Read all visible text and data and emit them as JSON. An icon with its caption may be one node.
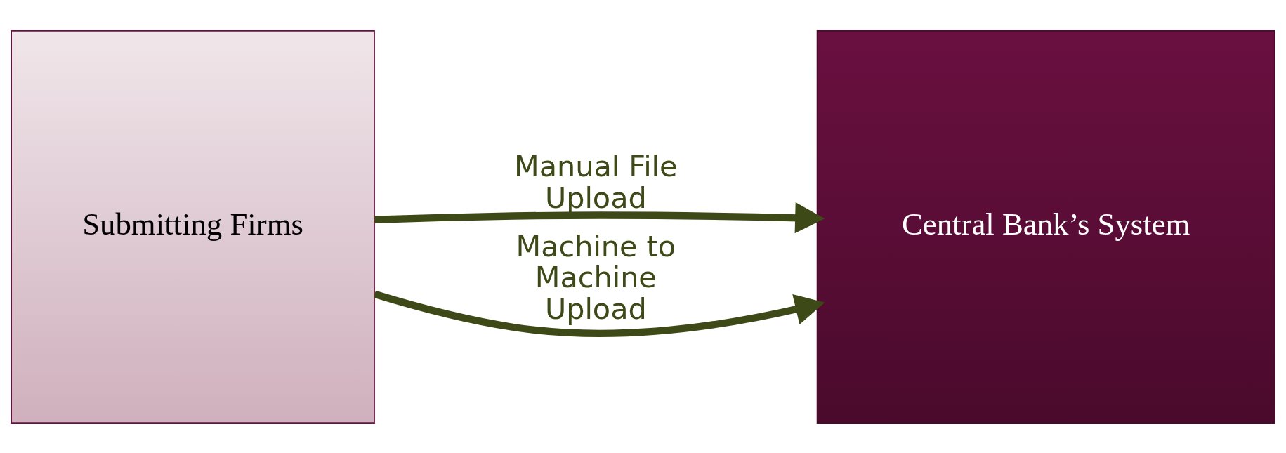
{
  "diagram": {
    "nodes": [
      {
        "text": [
          "Submitting Firms"
        ]
      },
      {
        "text": [
          "Central Bank’s System"
        ]
      }
    ],
    "edges": [
      {
        "from": 0,
        "to": 1,
        "arrow": "to",
        "label": "Manual File Upload"
      },
      {
        "from": 0,
        "to": 1,
        "arrow": "to",
        "label": "Machine to Machine Upload"
      }
    ]
  }
}
